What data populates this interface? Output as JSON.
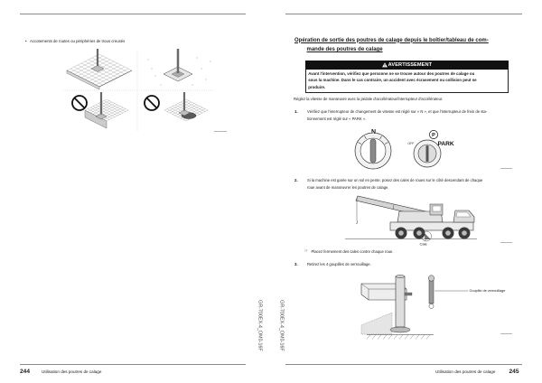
{
  "document": {
    "left_page": {
      "bullet": {
        "marker": "•",
        "text": "Accotements de routes ou périphéries de trous creusés"
      },
      "gutter_code": "GR-700EX-4_OM0-16F",
      "footer": {
        "page_number": "244",
        "section_title": "Utilisation des poutres de calage"
      }
    },
    "right_page": {
      "heading_lines": [
        "Opération de sortie des poutres de calage depuis le boîtier/tableau de com-",
        "mande des poutres de calage"
      ],
      "warning": {
        "icon": "warning-triangle-icon",
        "title": "AVERTISSEMENT",
        "lines": [
          "Avant l'intervention, vérifiez que personne ne se trouve autour des poutres de calage ou",
          "sous la machine. Dans le cas contraire, un accident avec écrasement ou collision peut se",
          "produire."
        ]
      },
      "intro": "Réglez la vitesse de manœuvre avec la pédale d'accélérateur/interrupteur d'accélérateur.",
      "steps": [
        {
          "number": "1.",
          "lines": [
            "Vérifiez que l'interrupteur de changement de vitesse est réglé sur « N », et que l'interrupteur de frein de sta-",
            "tionnement est réglé sur « PARK »."
          ]
        },
        {
          "number": "2.",
          "lines": [
            "Si la machine est garée sur un sol en pente, posez des cales de roues sur le côté descendant de chaque",
            "roue avant de manœuvrer les poutres de calage."
          ]
        },
        {
          "number": "3.",
          "lines": [
            "Retirez les 4 goupilles de verrouillage."
          ]
        }
      ],
      "figure_labels": {
        "gear_position": "N",
        "parking_brake_off": "OFF",
        "parking_brake_symbol": "P",
        "parking_brake_park": "PARK",
        "wheel_chock": "Cale",
        "lock_pin": "Goupille de verrouillage"
      },
      "note": {
        "icon": "note-pointer-icon",
        "text": "Placez fermement des cales contre chaque roue."
      },
      "gutter_code": "GR-700EX-4_OM0-16F",
      "footer": {
        "section_title": "Utilisation des poutres de calage",
        "page_number": "245"
      }
    }
  },
  "theme": {
    "text": "#1a1a1a",
    "rule": "#8a8a8a",
    "warning_bar": "#111111",
    "warning_text": "#ffffff",
    "figure_stroke": "#333333",
    "paper": "#ffffff"
  }
}
